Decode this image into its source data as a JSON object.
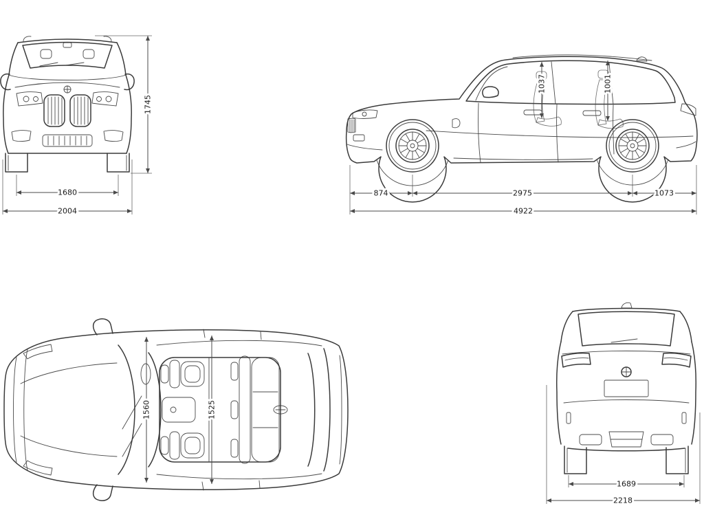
{
  "views": {
    "front": {
      "height": "1745",
      "track_width": "1680",
      "overall_width": "2004"
    },
    "side": {
      "front_overhang": "874",
      "wheelbase": "2975",
      "rear_overhang": "1073",
      "overall_length": "4922",
      "headroom_front": "1037",
      "headroom_rear": "1001"
    },
    "top": {
      "front_interior_width": "1560",
      "rear_interior_width": "1525"
    },
    "rear": {
      "track": "1689",
      "overall_width": "2218"
    }
  },
  "colors": {
    "line": "#3a3a3a",
    "dim": "#4a4a4a",
    "text": "#1a1a1a",
    "bg": "#ffffff"
  }
}
